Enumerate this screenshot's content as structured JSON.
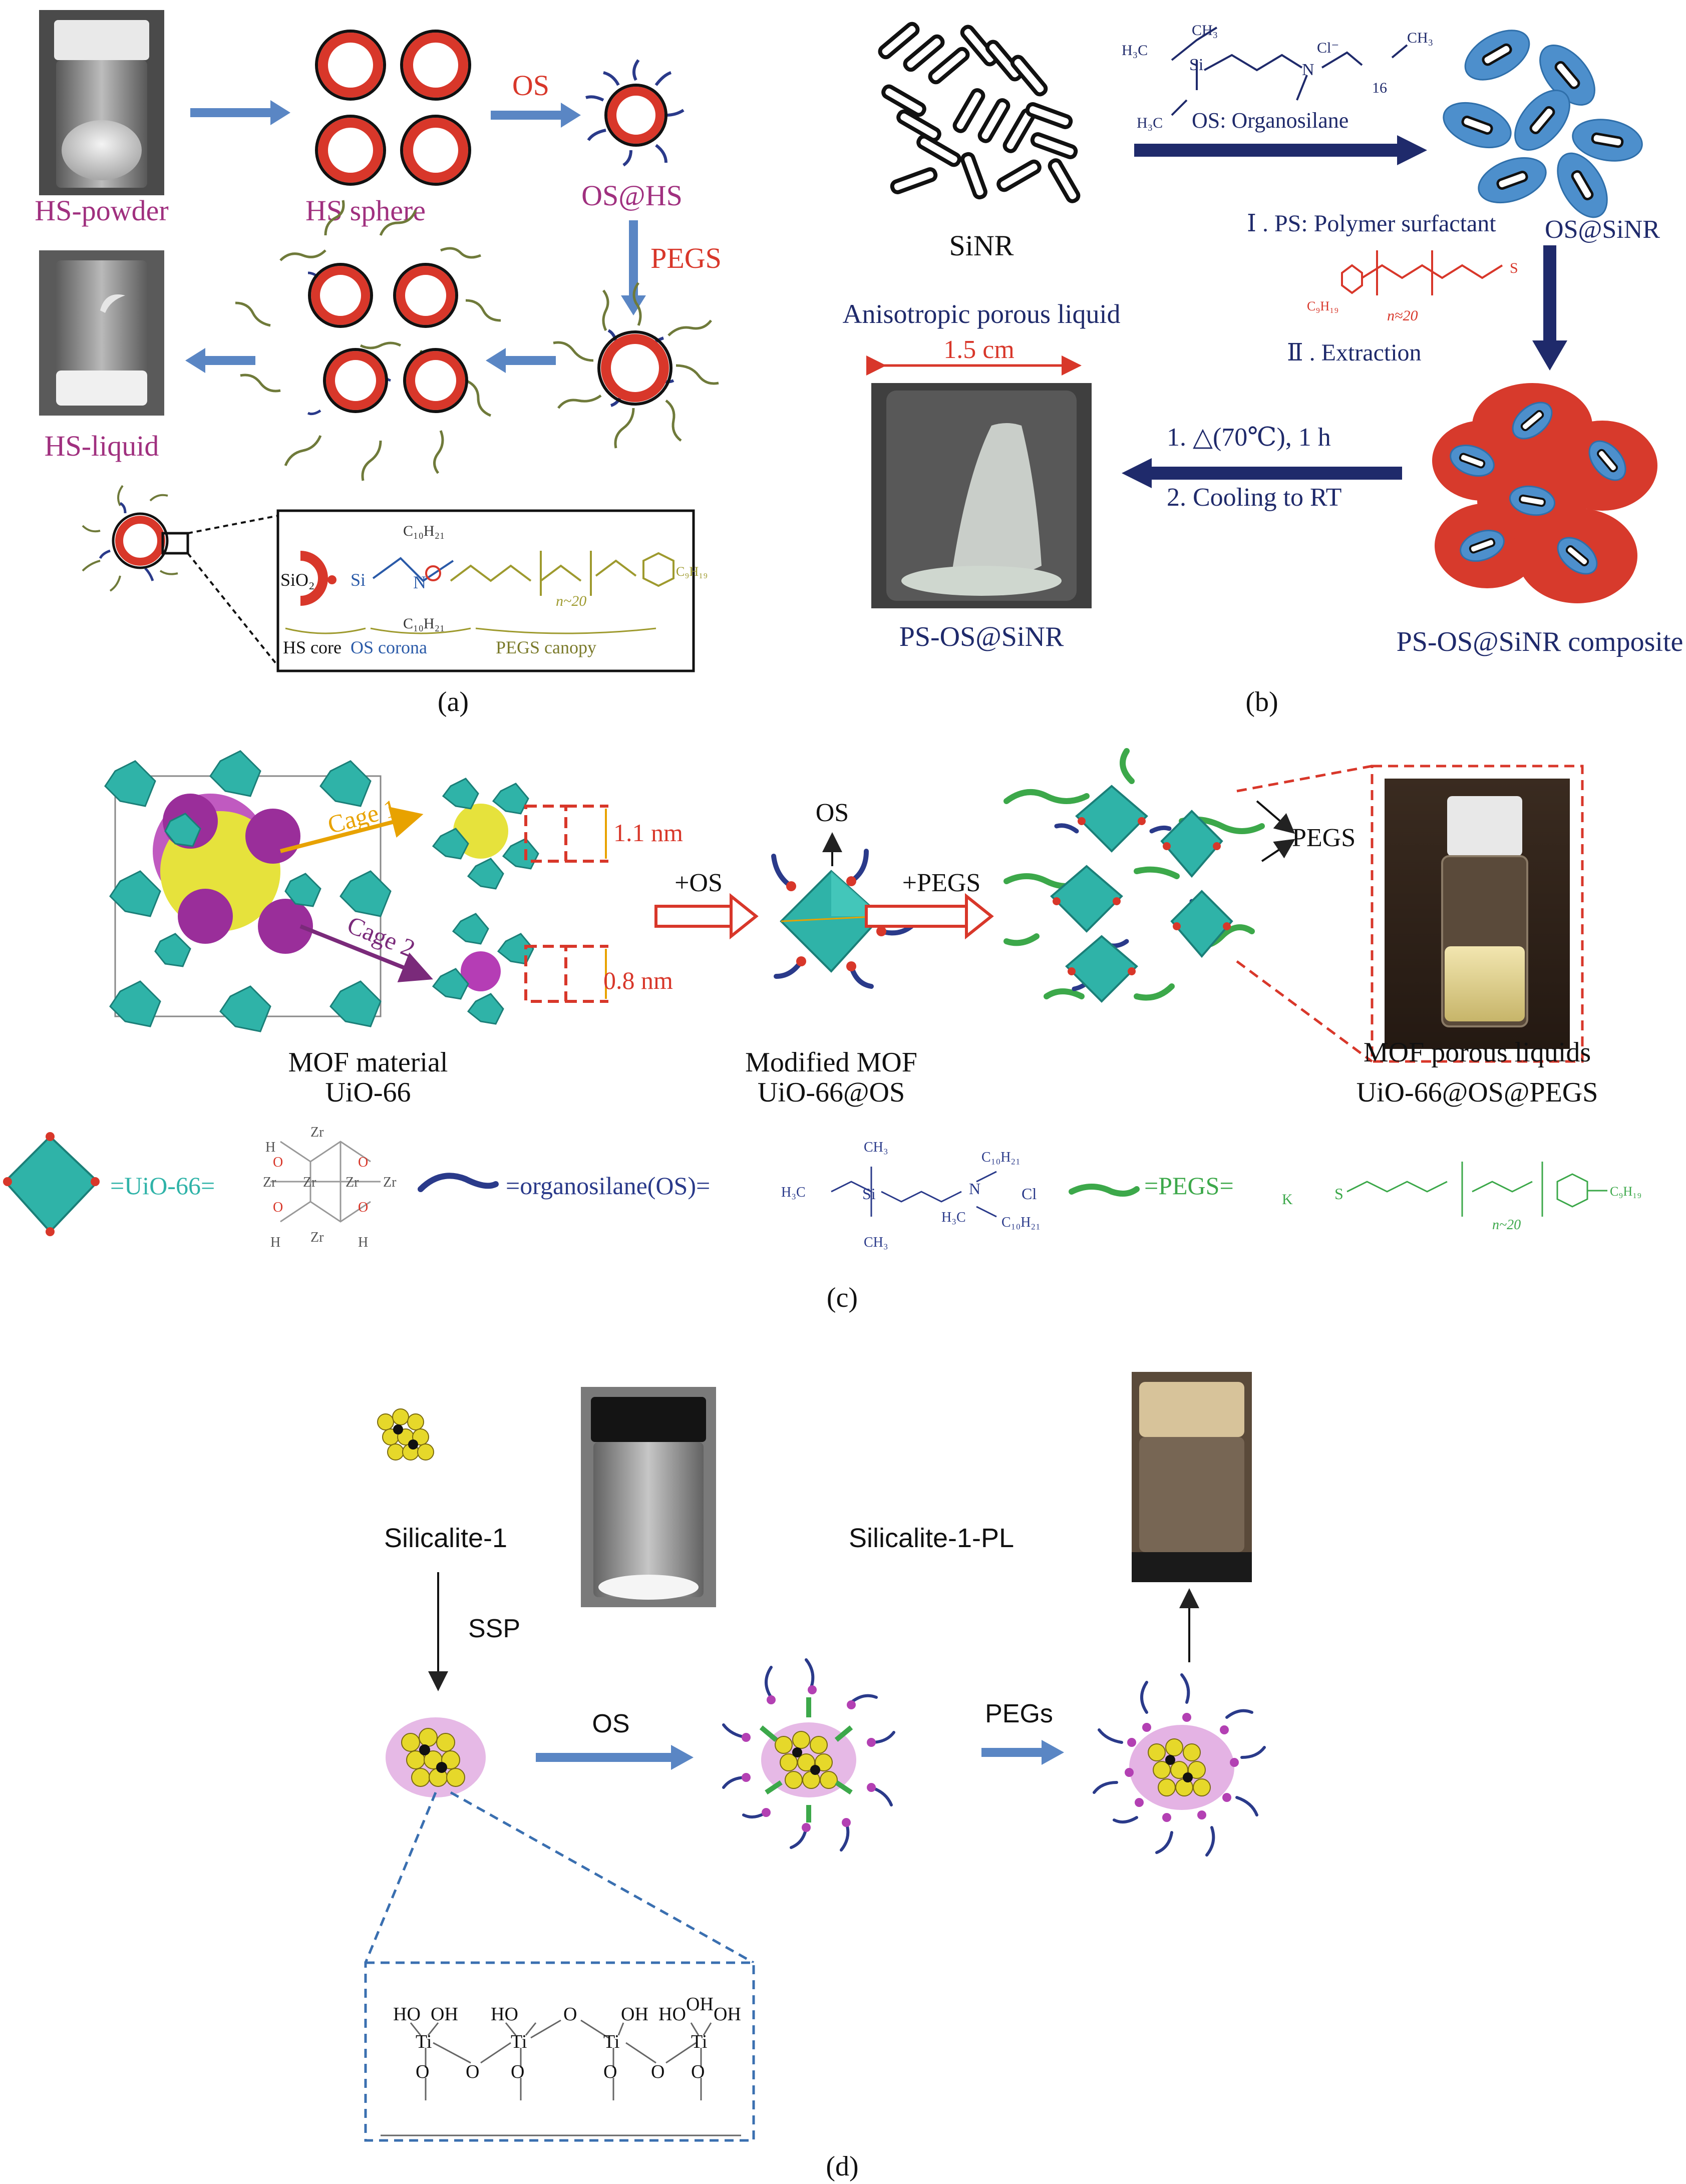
{
  "panel_a": {
    "hs_powder": "HS-powder",
    "hs_sphere": "HS sphere",
    "os_step": "OS",
    "os_hs": "OS@HS",
    "pegs_step": "PEGS",
    "hs_liquid": "HS-liquid",
    "inset": {
      "sio2": "SiO₂",
      "si": "Si",
      "c10h21_top": "C₁₀H₂₁",
      "c10h21_bottom": "C₁₀H₂₁",
      "n_plus": "N",
      "repeat": "n~20",
      "c9h19": "C₉H₁₉",
      "core": "HS core",
      "corona": "OS corona",
      "canopy": "PEGS canopy"
    },
    "label": "(a)"
  },
  "panel_b": {
    "sinr": "SiNR",
    "os_label": "OS: Organosilane",
    "ch3": "CH₃",
    "h3c": "H₃C",
    "cl": "Cl⁻",
    "sixteen": "16",
    "os_sinr": "OS@SiNR",
    "ps_label": "Ⅰ . PS: Polymer surfactant",
    "n20": "n≈20",
    "c9h19": "C₉H₁₉",
    "extraction": "Ⅱ . Extraction",
    "aniso": "Anisotropic porous liquid",
    "scale": "1.5 cm",
    "heat": "1. △(70℃), 1 h",
    "cool": "2. Cooling to RT",
    "ps_os_sinr": "PS-OS@SiNR",
    "composite": "PS-OS@SiNR composite",
    "label": "(b)"
  },
  "panel_c": {
    "cage1": "Cage 1",
    "cage2": "Cage 2",
    "size1": "1.1 nm",
    "size2": "0.8 nm",
    "plus_os": "+OS",
    "os": "OS",
    "plus_pegs": "+PEGS",
    "pegs": "PEGS",
    "mof_material": "MOF material",
    "uio66": "UiO-66",
    "modified_mof": "Modified MOF",
    "uio66_os": "UiO-66@OS",
    "mof_pl": "MOF porous liquids",
    "uio66_os_pegs": "UiO-66@OS@PEGS",
    "legend_uio": "=UiO-66=",
    "legend_os": "=organosilane(OS)=",
    "legend_pegs": "=PEGS=",
    "zr": "Zr",
    "o": "O",
    "h": "H",
    "ch3": "CH₃",
    "h3c": "H₃C",
    "si": "Si",
    "n": "N",
    "cl": "Cl",
    "c10h21": "C₁₀H₂₁",
    "k": "K",
    "s": "S",
    "n20": "n~20",
    "c9h19": "C₉H₁₉",
    "label": "(c)"
  },
  "panel_d": {
    "silicalite": "Silicalite-1",
    "silicalite_pl": "Silicalite-1-PL",
    "ssp": "SSP",
    "os": "OS",
    "pegs": "PEGs",
    "ho": "HO",
    "oh": "OH",
    "ti": "Ti",
    "o": "O",
    "label": "(d)"
  },
  "colors": {
    "magenta_label": "#a0307f",
    "red_label": "#d8372a",
    "navy": "#1f2a6b",
    "arrow_blue": "#5a86c4",
    "teal": "#2fb3a8",
    "pegs_green": "#3ca84a",
    "os_blue": "#2a3a8a",
    "red_bristle": "#d73a2c",
    "sinr_blue": "#4d8fcc"
  }
}
